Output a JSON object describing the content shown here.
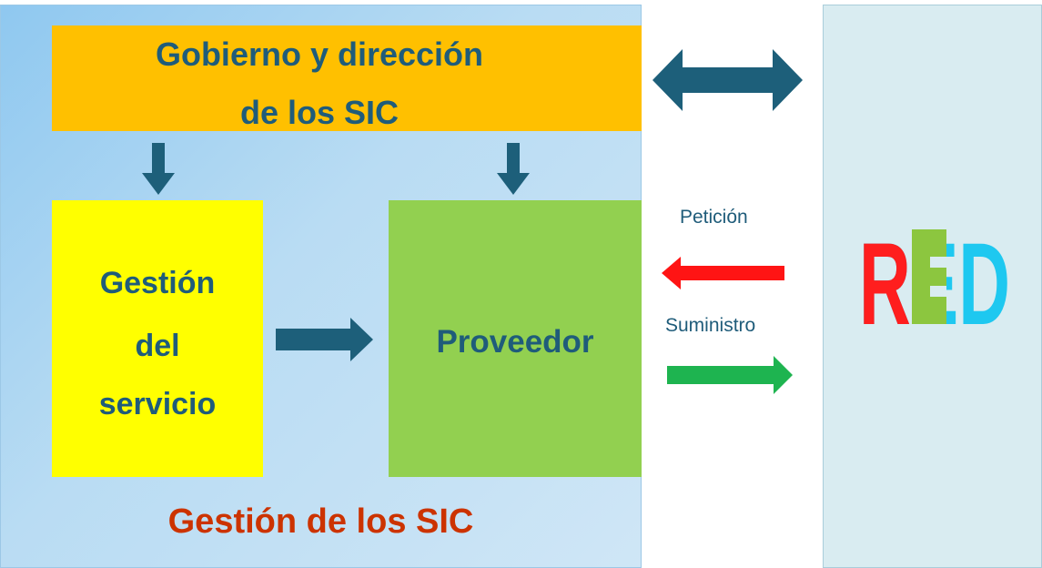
{
  "governance": {
    "line1": "Gobierno y dirección",
    "line2": "de los SIC"
  },
  "service_management": {
    "line1": "Gestión",
    "line2": "del",
    "line3": "servicio"
  },
  "provider": {
    "label": "Proveedor"
  },
  "panel_title": "Gestión de los SIC",
  "request_label": "Petición",
  "supply_label": "Suministro",
  "logo": {
    "text": "RED",
    "letter_colors": [
      "#ff1e1e",
      "#8cc63f",
      "#1ec8f0"
    ]
  },
  "colors": {
    "governance_box": "#ffc000",
    "service_box": "#ffff00",
    "provider_box": "#92d050",
    "dark_arrow": "#1d5f7a",
    "request_arrow": "#ff1414",
    "supply_arrow": "#1eb450",
    "title_red": "#cc3300"
  }
}
